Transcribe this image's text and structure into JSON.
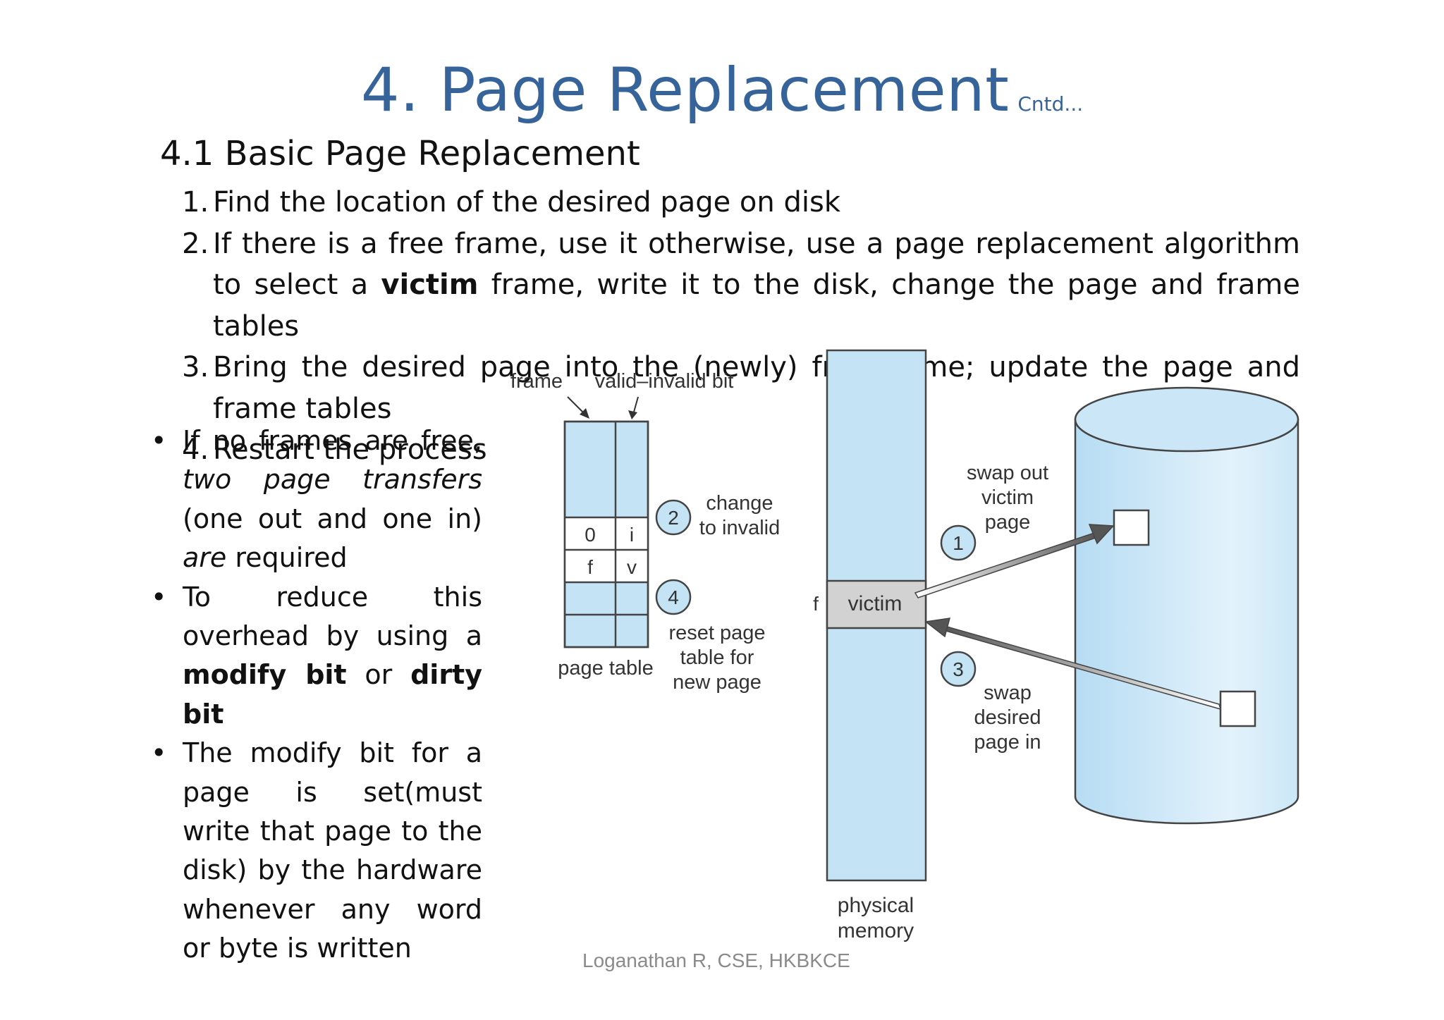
{
  "title": {
    "main": "4. Page Replacement",
    "sub": "Cntd..."
  },
  "section_heading": "4.1 Basic Page Replacement",
  "steps": [
    {
      "num": "1.",
      "parts": [
        "Find the location of the desired page on disk"
      ]
    },
    {
      "num": "2.",
      "parts": [
        "If there is a free frame, use it otherwise,  use a page replacement algorithm to select a ",
        "victim",
        " frame, write it to the disk, change the page and frame tables"
      ]
    },
    {
      "num": "3.",
      "parts": [
        "Bring  the desired page into the (newly) free frame; update the page and frame tables"
      ]
    },
    {
      "num": "4.",
      "parts": [
        "Restart the process"
      ]
    }
  ],
  "bullets": [
    {
      "parts": [
        "If no frames are free, ",
        "two page transfers",
        " (one out and one in) ",
        "are",
        " required"
      ]
    },
    {
      "parts": [
        "To reduce this overhead by using a ",
        "modify bit",
        " or ",
        "dirty bit"
      ]
    },
    {
      "parts": [
        "The modify bit for a page is set(must write that page to the disk) by the hardware whenever any word or byte is written"
      ]
    }
  ],
  "diagram": {
    "labels": {
      "frame": "frame",
      "valid_invalid_bit": "valid–invalid bit",
      "page_table": "page table",
      "entry_0_frame": "0",
      "entry_0_bit": "i",
      "entry_f_frame": "f",
      "entry_f_bit": "v",
      "step2": "2",
      "change_1": "change",
      "change_2": "to invalid",
      "step4": "4",
      "reset_1": "reset page",
      "reset_2": "table for",
      "reset_3": "new page",
      "f_marker": "f",
      "victim": "victim",
      "physical_1": "physical",
      "physical_2": "memory",
      "step1": "1",
      "swap_out_1": "swap out",
      "swap_out_2": "victim",
      "swap_out_3": "page",
      "step3": "3",
      "swap_in_1": "swap",
      "swap_in_2": "desired",
      "swap_in_3": "page in"
    },
    "colors": {
      "memory_fill": "#c4e4f6",
      "victim_fill": "#d2d2d2",
      "disk_fill": "#cbe7f7",
      "stroke": "#444444"
    }
  },
  "footer": "Loganathan R, CSE, HKBKCE"
}
